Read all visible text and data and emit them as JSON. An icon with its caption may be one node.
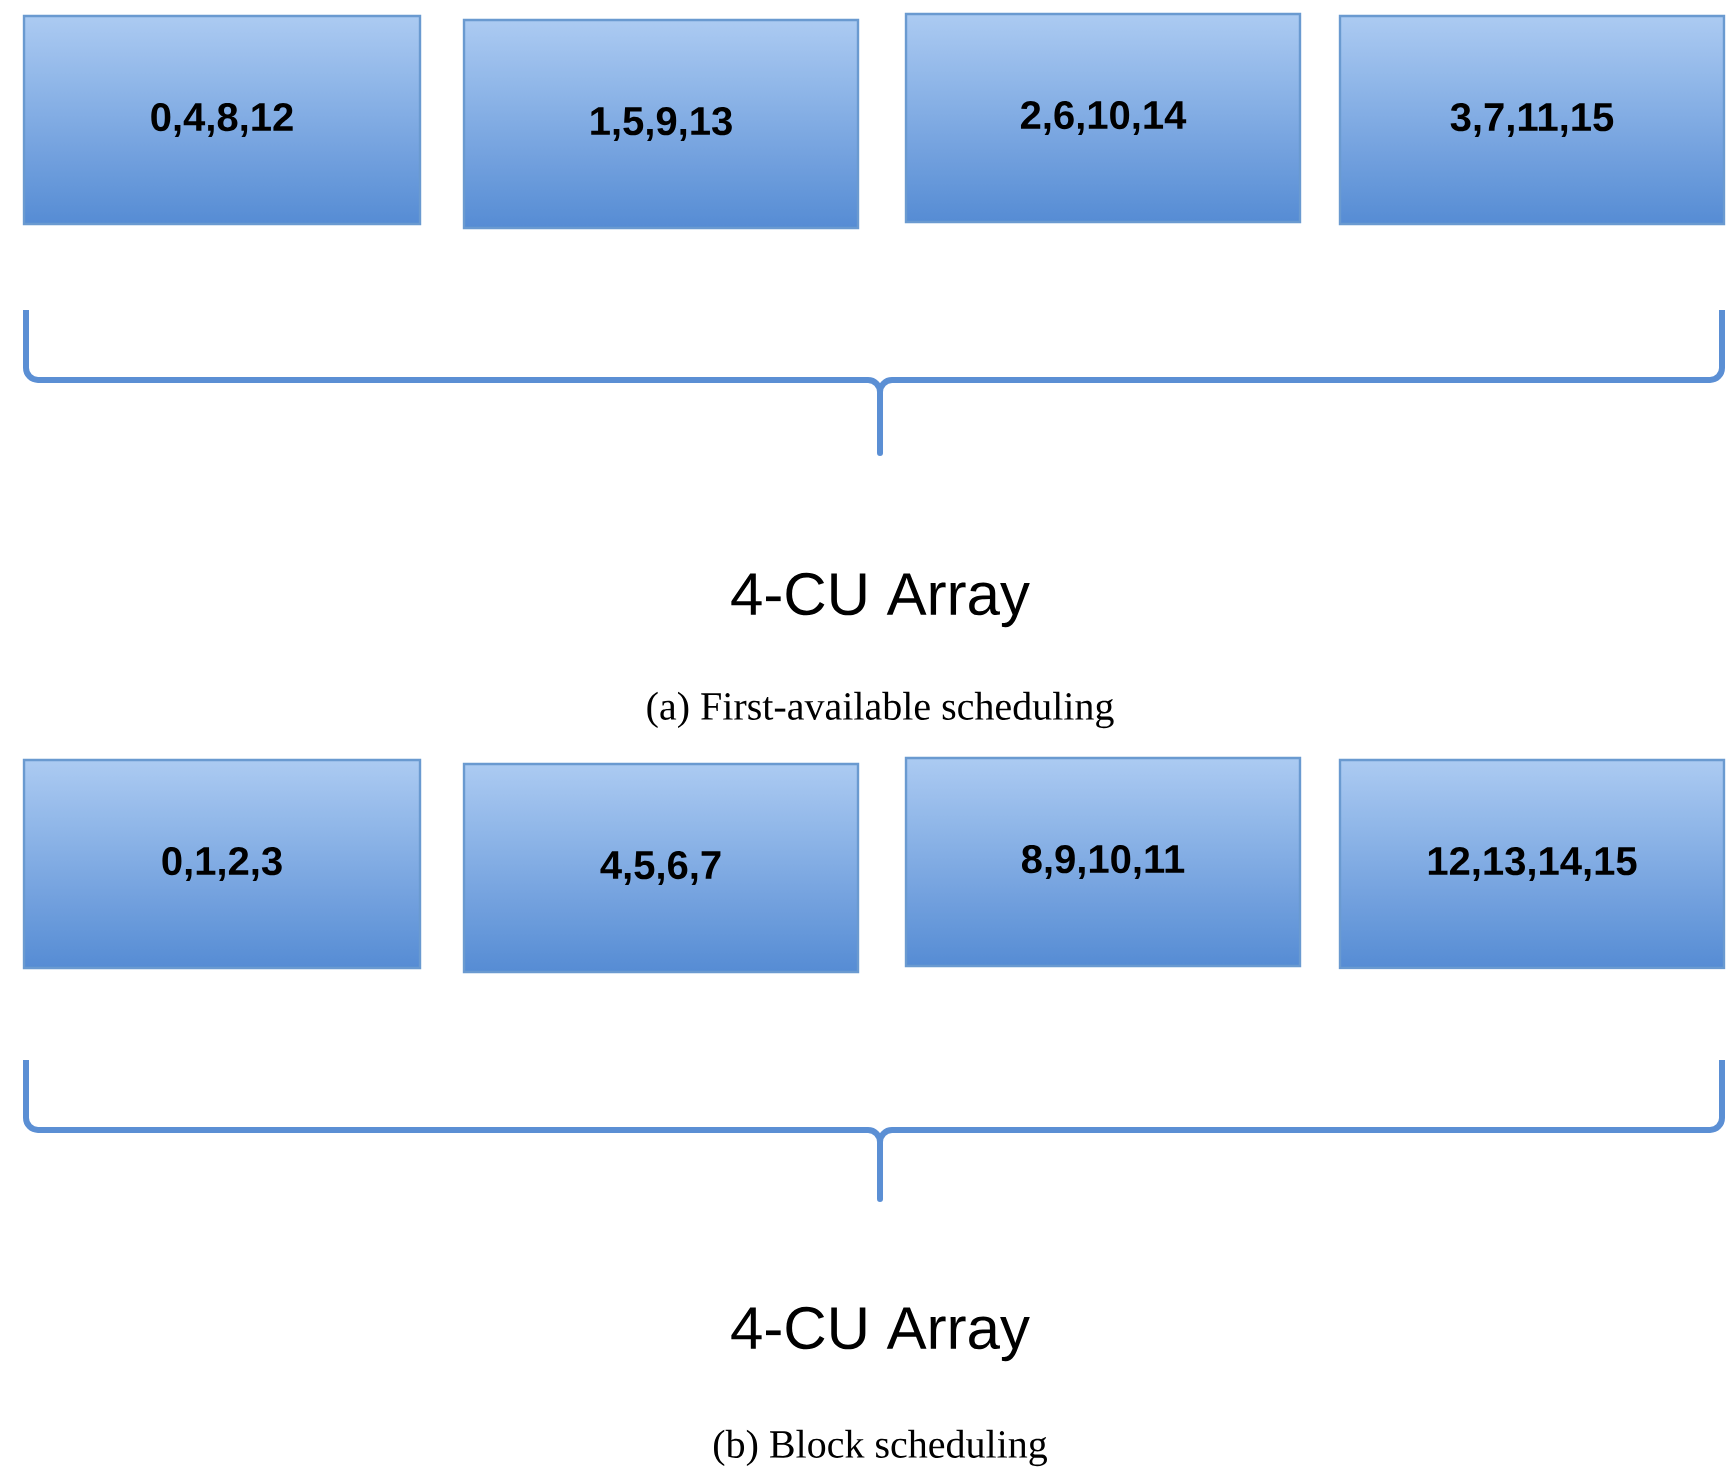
{
  "diagram": {
    "nodes": [
      {
        "text": [
          "0,4,8,12"
        ]
      },
      {
        "text": [
          "1,5,9,13"
        ]
      },
      {
        "text": [
          "2,6,10,14"
        ]
      },
      {
        "text": [
          "3,7,11,15"
        ]
      },
      {
        "text": [
          "0,1,2,3"
        ]
      },
      {
        "text": [
          "4,5,6,7"
        ]
      },
      {
        "text": [
          "8,9,10,11"
        ]
      },
      {
        "text": [
          "12,13,14,15"
        ]
      }
    ],
    "labels": [
      "4-CU Array",
      "(a) First-available scheduling",
      "4-CU Array",
      "(b) Block scheduling"
    ]
  }
}
